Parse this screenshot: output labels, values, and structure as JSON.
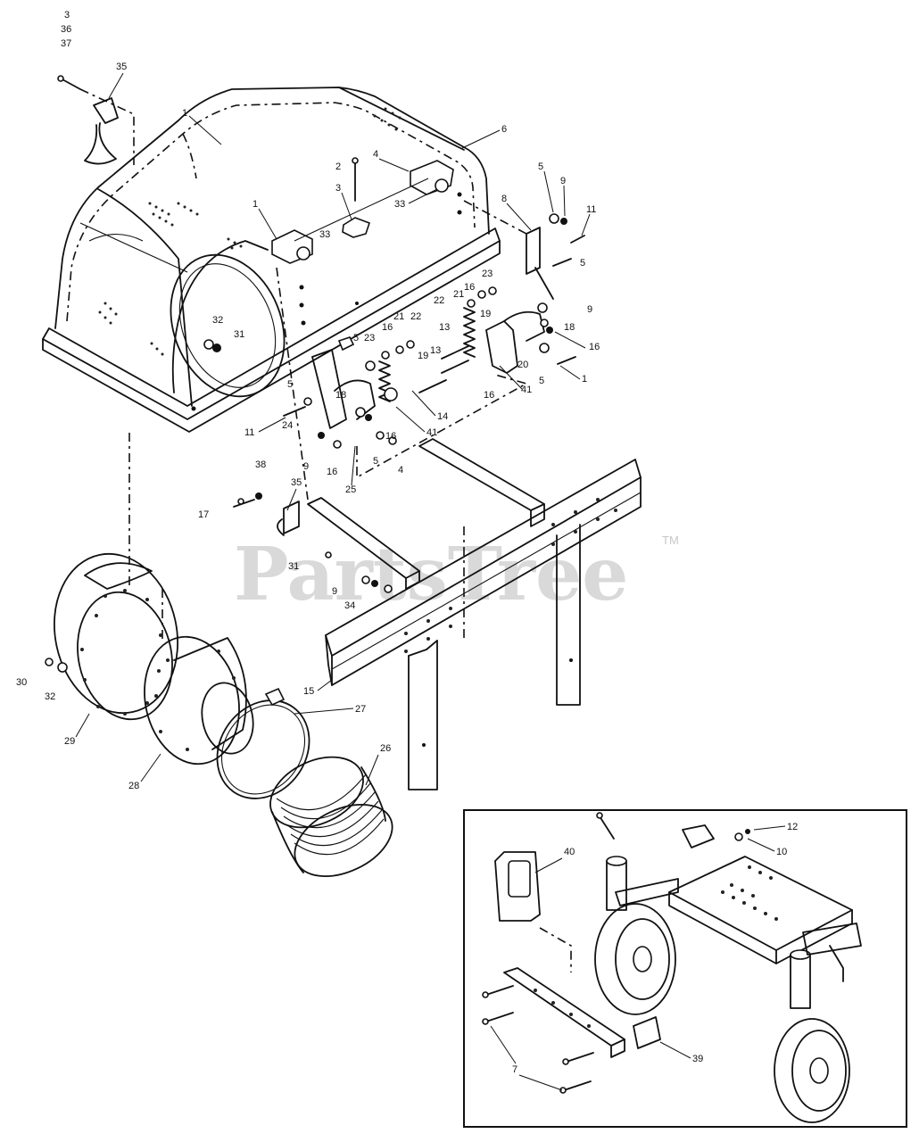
{
  "watermark": {
    "brand": "PartsTree",
    "tm": "TM"
  },
  "callouts": {
    "c3": "3",
    "c36": "36",
    "c37": "37",
    "c35a": "35",
    "c1a": "1",
    "c6": "6",
    "c2": "2",
    "c4": "4",
    "c3b": "3",
    "c1b": "1",
    "c33a": "33",
    "c33b": "33",
    "c5a": "5",
    "c9a": "9",
    "c11a": "11",
    "c8": "8",
    "c5b": "5",
    "c23a": "23",
    "c21a": "21",
    "c16a": "16",
    "c22a": "22",
    "c19a": "19",
    "c9b": "9",
    "c18a": "18",
    "c16b": "16",
    "c20": "20",
    "c1c": "1",
    "c5c": "5",
    "c41a": "41",
    "c16c": "16",
    "c13a": "13",
    "c14": "14",
    "c32a": "32",
    "c31a": "31",
    "c5d": "5",
    "c23b": "23",
    "c16d": "16",
    "c21b": "21",
    "c22b": "22",
    "c19b": "19",
    "c13b": "13",
    "c18b": "18",
    "c5e": "5",
    "c11b": "11",
    "c24": "24",
    "c16e": "16",
    "c41b": "41",
    "c9c": "9",
    "c16f": "16",
    "c5f": "5",
    "c4b": "4",
    "c25": "25",
    "c38": "38",
    "c17": "17",
    "c35b": "35",
    "c31b": "31",
    "c9d": "9",
    "c34": "34",
    "c15": "15",
    "c30": "30",
    "c32b": "32",
    "c29": "29",
    "c28": "28",
    "c27": "27",
    "c26": "26",
    "c12": "12",
    "c10": "10",
    "c40": "40",
    "c7": "7",
    "c39": "39"
  }
}
